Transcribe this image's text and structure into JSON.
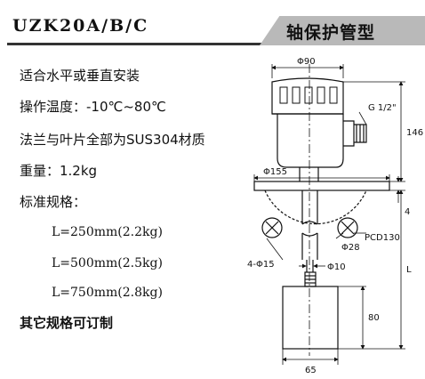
{
  "header": {
    "model": "UZK20A/B/C",
    "type_label": "轴保护管型"
  },
  "specs": [
    "适合水平或垂直安装",
    "操作温度：-10℃~80℃",
    "法兰与叶片全部为SUS304材质",
    "重量：1.2kg",
    "标准规格："
  ],
  "lengths": [
    "L=250mm(2.2kg)",
    "L=500mm(2.5kg)",
    "L=750mm(2.8kg)"
  ],
  "note": "其它规格可订制",
  "drawing": {
    "phi90": "Φ90",
    "g_half": "G 1/2\"",
    "h146": "146",
    "phi155": "Φ155",
    "h4": "4",
    "pcd": "PCD130",
    "phi28": "Φ28",
    "holes": "4-Φ15",
    "phi10": "Φ10",
    "L": "L",
    "h80": "80",
    "w65": "65"
  }
}
